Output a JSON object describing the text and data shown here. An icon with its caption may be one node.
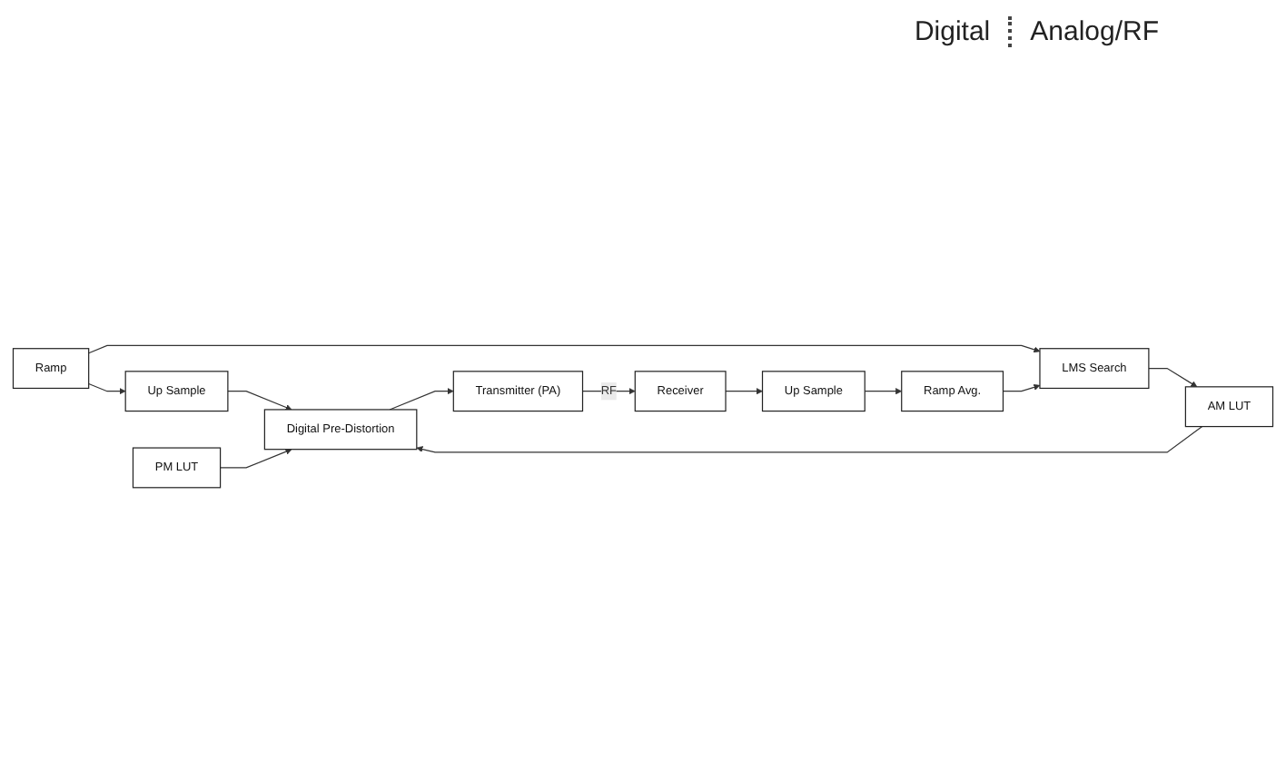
{
  "diagram": {
    "nodes": [
      {
        "text": [
          "Ramp"
        ]
      },
      {
        "text": [
          "Up Sample"
        ]
      },
      {
        "text": [
          "Digital Pre-Distortion"
        ]
      },
      {
        "text": [
          "Transmitter (PA)"
        ]
      },
      {
        "text": [
          "LMS Search"
        ]
      },
      {
        "text": [
          "AM LUT"
        ]
      },
      {
        "text": [
          "PM LUT"
        ]
      },
      {
        "text": [
          "Receiver"
        ]
      },
      {
        "text": [
          "Ramp Avg."
        ]
      },
      {
        "text": [
          "Up Sample"
        ]
      }
    ],
    "edges": [
      {
        "from": 0,
        "to": 1,
        "arrow": "to"
      },
      {
        "from": 1,
        "to": 2,
        "arrow": "to"
      },
      {
        "from": 2,
        "to": 3,
        "arrow": "to"
      },
      {
        "from": 0,
        "to": 4,
        "arrow": "to"
      },
      {
        "from": 4,
        "to": 5,
        "arrow": "to"
      },
      {
        "from": 5,
        "to": 2,
        "arrow": "to"
      },
      {
        "from": 6,
        "to": 2,
        "arrow": "to"
      },
      {
        "from": 3,
        "to": 7,
        "arrow": "to",
        "label": "RF"
      },
      {
        "from": 7,
        "to": 9,
        "arrow": "to"
      },
      {
        "from": 9,
        "to": 8,
        "arrow": "to"
      },
      {
        "from": 8,
        "to": 4,
        "arrow": "to"
      }
    ],
    "labels": [
      "Digital",
      "Analog/RF"
    ]
  }
}
